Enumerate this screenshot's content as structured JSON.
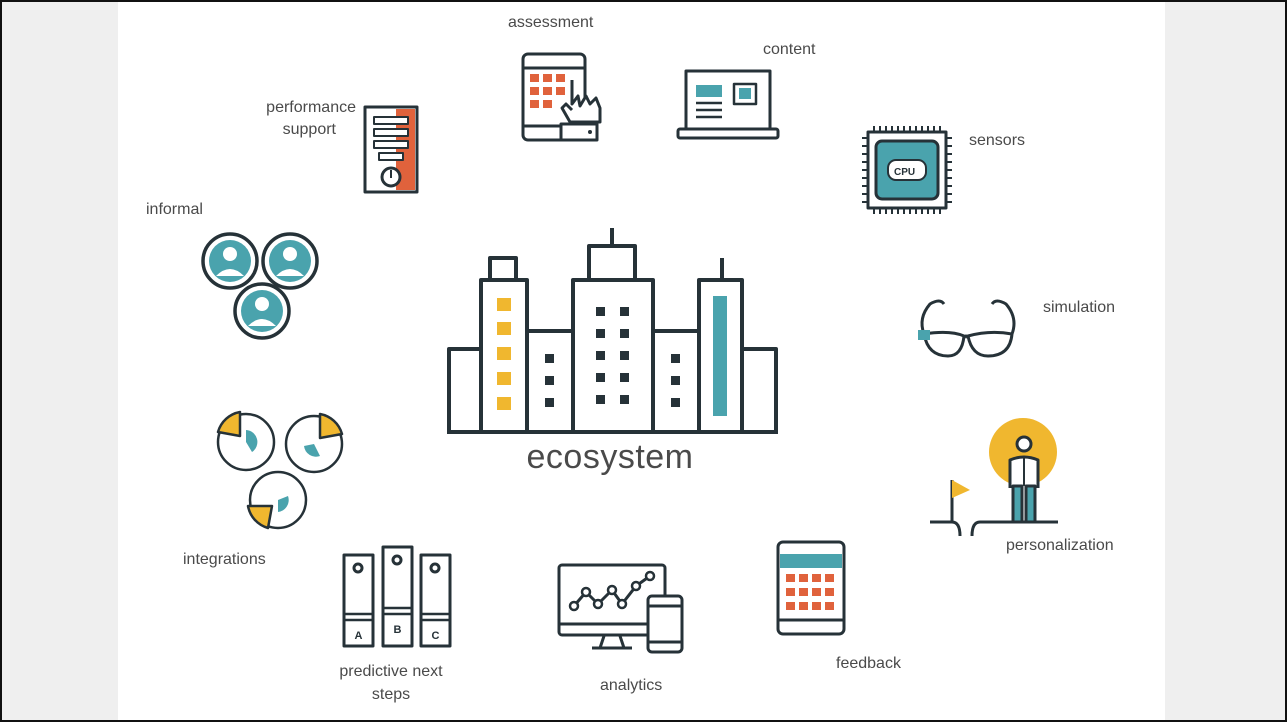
{
  "colors": {
    "stroke": "#263238",
    "teal": "#4aa3ad",
    "orange": "#e0623c",
    "yellow": "#f0b72f",
    "text": "#4a4a4a"
  },
  "center": {
    "label": "ecosystem",
    "icon": "city-buildings-icon"
  },
  "nodes": [
    {
      "key": "assessment",
      "label": "assessment",
      "icon": "tablet-touch-icon"
    },
    {
      "key": "content",
      "label": "content",
      "icon": "laptop-icon"
    },
    {
      "key": "sensors",
      "label": "sensors",
      "icon": "cpu-chip-icon"
    },
    {
      "key": "simulation",
      "label": "simulation",
      "icon": "smart-glasses-icon"
    },
    {
      "key": "personalization",
      "label": "personalization",
      "icon": "person-flag-icon"
    },
    {
      "key": "feedback",
      "label": "feedback",
      "icon": "tablet-grid-icon"
    },
    {
      "key": "analytics",
      "label": "analytics",
      "icon": "monitor-phone-chart-icon"
    },
    {
      "key": "predictive",
      "label_line1": "predictive next",
      "label_line2": "steps",
      "icon": "binders-icon"
    },
    {
      "key": "integrations",
      "label": "integrations",
      "icon": "pie-charts-icon"
    },
    {
      "key": "informal",
      "label": "informal",
      "icon": "people-group-icon"
    },
    {
      "key": "performance",
      "label_line1": "performance",
      "label_line2": "support",
      "icon": "server-power-icon"
    }
  ],
  "binder_letters": [
    "A",
    "B",
    "C"
  ],
  "chip_text": "CPU"
}
